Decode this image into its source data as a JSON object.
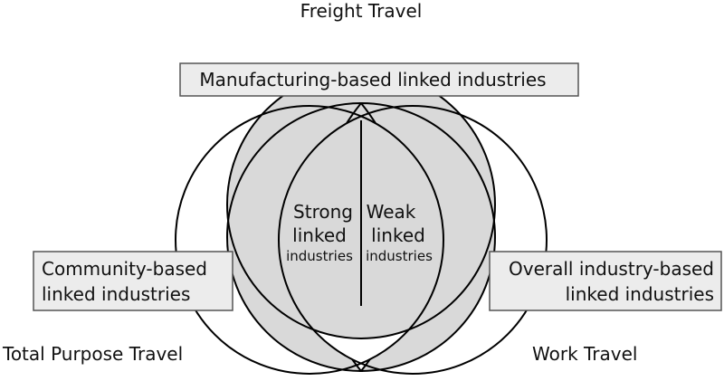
{
  "diagram": {
    "title_top": "Freight Travel",
    "label_bottom_left": "Total Purpose Travel",
    "label_bottom_right": "Work Travel",
    "box_top": "Manufacturing-based linked industries",
    "box_left": {
      "line1": "Community-based",
      "line2": "linked industries"
    },
    "box_right": {
      "line1": "Overall industry-based",
      "line2": "linked industries"
    },
    "center_left": {
      "line1": "Strong",
      "line2": "linked",
      "line3": "industries"
    },
    "center_right": {
      "line1": "Weak",
      "line2": "linked",
      "line3": "industries"
    },
    "colors": {
      "fill": "#d9d9d9",
      "stroke": "#000000",
      "box_fill": "#ececec",
      "box_stroke": "#555555"
    }
  }
}
